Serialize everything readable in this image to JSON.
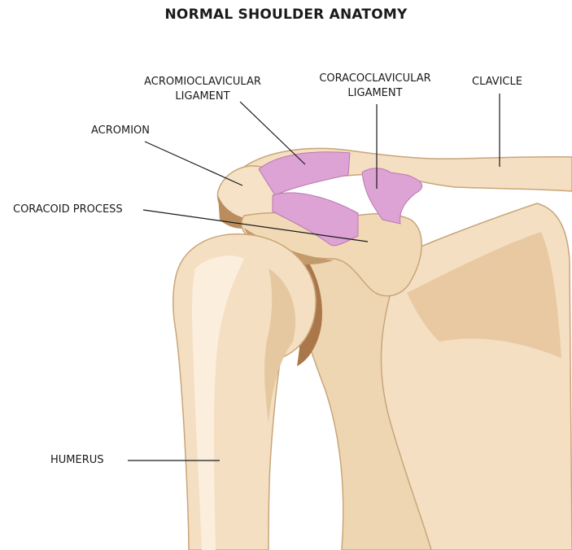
{
  "title": "NORMAL SHOULDER ANATOMY",
  "labels": {
    "acromioclavicular_line1": "ACROMIOCLAVICULAR",
    "acromioclavicular_line2": "LIGAMENT",
    "coracoclavicular_line1": "CORACOCLAVICULAR",
    "coracoclavicular_line2": "LIGAMENT",
    "clavicle": "CLAVICLE",
    "acromion": "ACROMION",
    "coracoid_process": "CORACOID PROCESS",
    "humerus": "HUMERUS"
  },
  "colors": {
    "bone": "#f4dfc2",
    "bone_light": "#fbeedd",
    "bone_shadow": "#d9b88f",
    "bone_dark": "#b98d5d",
    "ligament": "#dca3d4",
    "ligament_dark": "#c47fbc",
    "leader_line": "#1a1a1a"
  }
}
